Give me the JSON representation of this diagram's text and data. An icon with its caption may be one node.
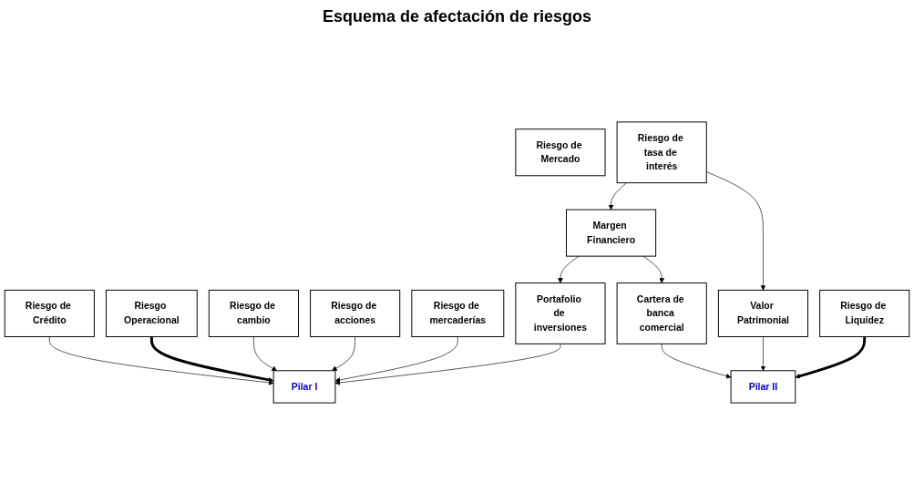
{
  "diagram": {
    "title": "Esquema de afectación de riesgos",
    "nodes": [
      {
        "text": [
          "Riesgo de Crédito"
        ]
      },
      {
        "text": [
          "Riesgo Operacional"
        ]
      },
      {
        "text": [
          "Riesgo de Mercado"
        ]
      },
      {
        "text": [
          "Riesgo de cambio"
        ]
      },
      {
        "text": [
          "Riesgo de acciones"
        ]
      },
      {
        "text": [
          "Riesgo de mercaderías"
        ]
      },
      {
        "text": [
          "Riesgo de tasa de interés"
        ]
      },
      {
        "text": [
          "Riesgo de Liquidez"
        ]
      },
      {
        "text": [
          "Margen Financiero"
        ]
      },
      {
        "text": [
          "Valor Patrimonial"
        ]
      },
      {
        "text": [
          "Portafolio de inversiones"
        ]
      },
      {
        "text": [
          "Cartera de banca comercial"
        ]
      },
      {
        "text": [
          "Pilar I"
        ]
      },
      {
        "text": [
          "Pilar II"
        ]
      }
    ],
    "edges": [
      {
        "from": 0,
        "to": 12,
        "arrow": "to"
      },
      {
        "from": 1,
        "to": 12,
        "arrow": "to",
        "style": "thick"
      },
      {
        "from": 3,
        "to": 12,
        "arrow": "to"
      },
      {
        "from": 4,
        "to": 12,
        "arrow": "to"
      },
      {
        "from": 5,
        "to": 12,
        "arrow": "to"
      },
      {
        "from": 6,
        "to": 8,
        "arrow": "to"
      },
      {
        "from": 6,
        "to": 9,
        "arrow": "to"
      },
      {
        "from": 8,
        "to": 10,
        "arrow": "to"
      },
      {
        "from": 8,
        "to": 11,
        "arrow": "to"
      },
      {
        "from": 10,
        "to": 12,
        "arrow": "to"
      },
      {
        "from": 11,
        "to": 13,
        "arrow": "to"
      },
      {
        "from": 9,
        "to": 13,
        "arrow": "to"
      },
      {
        "from": 7,
        "to": 13,
        "arrow": "to",
        "style": "thick"
      }
    ]
  }
}
